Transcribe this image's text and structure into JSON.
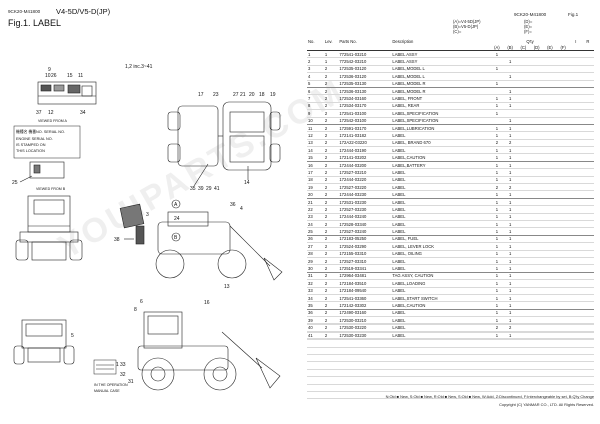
{
  "header": {
    "doc_code_left": "9CK20-M41800",
    "model": "V4-5D/V5-D(JP)",
    "figure_title": "Fig.1.  LABEL",
    "doc_code_right": "9CK20-M41800",
    "fig_ref": "Fig.1"
  },
  "legend": [
    "(A)=V4-5D(JP)",
    "(B)=V5-D(JP)",
    "(C)="
  ],
  "drawing": {
    "callouts": [
      "9",
      "10",
      "26",
      "15",
      "11",
      "37",
      "12",
      "34",
      "1,2 inc.3~41",
      "17",
      "23",
      "27",
      "21",
      "20",
      "18",
      "19",
      "25",
      "35",
      "39",
      "29",
      "41",
      "14",
      "3",
      "24",
      "36",
      "4",
      "38",
      "13",
      "5",
      "6",
      "8",
      "16",
      "1",
      "33",
      "32",
      "31"
    ],
    "viewed_from_a": "VIEWED FROM A",
    "viewed_from_b": "VIEWED FROM B",
    "label_a": "A",
    "label_b": "B",
    "plate_jp": "機種名 機番NO. SERIAL NO.",
    "plate_text": [
      "ENGINE SERIAL NO.",
      "IS STAMPED ON",
      "THIS LOCATION"
    ],
    "manual_text": [
      "IN THE OPERATION",
      "MANUAL CASE"
    ],
    "watermark": "YOUIPARTS.COM"
  },
  "table": {
    "headers": {
      "no": "No.",
      "lev": "Lev.",
      "part_no": "Parts No.",
      "desc": "Description",
      "qty": "Q'ty",
      "i": "I",
      "r": "R"
    },
    "qty_cols": [
      "(A)",
      "(B)",
      "(C)",
      "(D)",
      "(E)",
      "(F)"
    ],
    "rows": [
      {
        "no": "1",
        "lev": "1",
        "pn": "772541-03210",
        "desc": "LABEL ASSY",
        "a": "1",
        "b": ""
      },
      {
        "no": "2",
        "lev": "1",
        "pn": "772542-03210",
        "desc": "LABEL ASSY",
        "a": "",
        "b": "1"
      },
      {
        "no": "3",
        "lev": "2",
        "pn": "172535-03120",
        "desc": "LABEL,MODEL L",
        "a": "1",
        "b": ""
      },
      {
        "no": "4",
        "lev": "2",
        "pn": "172536-03120",
        "desc": "LABEL,MODEL L",
        "a": "",
        "b": "1"
      },
      {
        "no": "5",
        "lev": "2",
        "pn": "172535-03130",
        "desc": "LABEL,MODEL R",
        "a": "1",
        "b": ""
      },
      {
        "no": "6",
        "lev": "2",
        "pn": "172536-03130",
        "desc": "LABEL,MODEL R",
        "a": "",
        "b": "1"
      },
      {
        "no": "7",
        "lev": "2",
        "pn": "172534-03160",
        "desc": "LABEL, FRONT",
        "a": "1",
        "b": "1"
      },
      {
        "no": "8",
        "lev": "2",
        "pn": "172534-03170",
        "desc": "LABEL, REAR",
        "a": "1",
        "b": "1"
      },
      {
        "no": "9",
        "lev": "2",
        "pn": "172541-03100",
        "desc": "LABEL,SPECIFICATION",
        "a": "1",
        "b": ""
      },
      {
        "no": "10",
        "lev": "2",
        "pn": "172542-03100",
        "desc": "LABEL,SPECIFICATION",
        "a": "",
        "b": "1"
      },
      {
        "no": "11",
        "lev": "2",
        "pn": "172591-03170",
        "desc": "LABEL,LUBRICATION",
        "a": "1",
        "b": "1"
      },
      {
        "no": "12",
        "lev": "2",
        "pn": "172141-03182",
        "desc": "LABEL",
        "a": "1",
        "b": "1"
      },
      {
        "no": "13",
        "lev": "2",
        "pn": "172A22-03220",
        "desc": "LABEL, BRAND 670",
        "a": "2",
        "b": "2"
      },
      {
        "no": "14",
        "lev": "2",
        "pn": "172444-03190",
        "desc": "LABEL",
        "a": "1",
        "b": "1"
      },
      {
        "no": "15",
        "lev": "2",
        "pn": "172141-03202",
        "desc": "LABEL,CAUTION",
        "a": "1",
        "b": "1"
      },
      {
        "no": "16",
        "lev": "2",
        "pn": "172444-03200",
        "desc": "LABEL,BATTERY",
        "a": "1",
        "b": "1"
      },
      {
        "no": "17",
        "lev": "2",
        "pn": "172527-03210",
        "desc": "LABEL",
        "a": "1",
        "b": "1"
      },
      {
        "no": "18",
        "lev": "2",
        "pn": "172444-03220",
        "desc": "LABEL",
        "a": "1",
        "b": "1"
      },
      {
        "no": "19",
        "lev": "2",
        "pn": "172527-03220",
        "desc": "LABEL",
        "a": "2",
        "b": "2"
      },
      {
        "no": "20",
        "lev": "2",
        "pn": "172444-03230",
        "desc": "LABEL",
        "a": "1",
        "b": "1"
      },
      {
        "no": "21",
        "lev": "2",
        "pn": "172531-03230",
        "desc": "LABEL",
        "a": "1",
        "b": "1"
      },
      {
        "no": "22",
        "lev": "2",
        "pn": "172527-03230",
        "desc": "LABEL",
        "a": "1",
        "b": "1"
      },
      {
        "no": "23",
        "lev": "2",
        "pn": "172444-03240",
        "desc": "LABEL",
        "a": "1",
        "b": "1"
      },
      {
        "no": "24",
        "lev": "2",
        "pn": "172528-03340",
        "desc": "LABEL",
        "a": "1",
        "b": "1"
      },
      {
        "no": "25",
        "lev": "2",
        "pn": "172527-03240",
        "desc": "LABEL",
        "a": "1",
        "b": "1"
      },
      {
        "no": "26",
        "lev": "2",
        "pn": "172183-05250",
        "desc": "LABEL, FUEL",
        "a": "1",
        "b": "1"
      },
      {
        "no": "27",
        "lev": "2",
        "pn": "172524-03290",
        "desc": "LABEL, LEVER LOCK",
        "a": "1",
        "b": "1"
      },
      {
        "no": "28",
        "lev": "2",
        "pn": "172155-03310",
        "desc": "LABEL, OILING",
        "a": "1",
        "b": "1"
      },
      {
        "no": "29",
        "lev": "2",
        "pn": "172527-03310",
        "desc": "LABEL",
        "a": "1",
        "b": "1"
      },
      {
        "no": "30",
        "lev": "2",
        "pn": "172519-03341",
        "desc": "LABEL",
        "a": "1",
        "b": "1"
      },
      {
        "no": "31",
        "lev": "2",
        "pn": "172964-03481",
        "desc": "TAG ASSY, CAUTION",
        "a": "1",
        "b": "1"
      },
      {
        "no": "32",
        "lev": "2",
        "pn": "172184-03510",
        "desc": "LABEL,LOADING",
        "a": "1",
        "b": "1"
      },
      {
        "no": "33",
        "lev": "2",
        "pn": "172184-09540",
        "desc": "LABEL",
        "a": "1",
        "b": "1"
      },
      {
        "no": "34",
        "lev": "2",
        "pn": "172541-03360",
        "desc": "LABEL,START SWITCH",
        "a": "1",
        "b": "1"
      },
      {
        "no": "35",
        "lev": "2",
        "pn": "172142-03302",
        "desc": "LABEL,CAUTION",
        "a": "1",
        "b": "1"
      },
      {
        "no": "36",
        "lev": "2",
        "pn": "172490-03160",
        "desc": "LABEL",
        "a": "1",
        "b": "1"
      },
      {
        "no": "39",
        "lev": "2",
        "pn": "172530-03210",
        "desc": "LABEL",
        "a": "1",
        "b": "1"
      },
      {
        "no": "40",
        "lev": "2",
        "pn": "172530-03220",
        "desc": "LABEL",
        "a": "2",
        "b": "2"
      },
      {
        "no": "41",
        "lev": "2",
        "pn": "172530-03230",
        "desc": "LABEL",
        "a": "1",
        "b": "1"
      }
    ]
  },
  "footer": {
    "symbols": "N:Old ■ New, S:Old ■ New, R:Old ■ New, S:Old ■ New, W:Add, Z:Discontinued, F:Interchangeable by set, B:Q'ty Change",
    "copyright": "Copyright (C)  YANMAR CO., LTD. All Rights Reserved."
  }
}
